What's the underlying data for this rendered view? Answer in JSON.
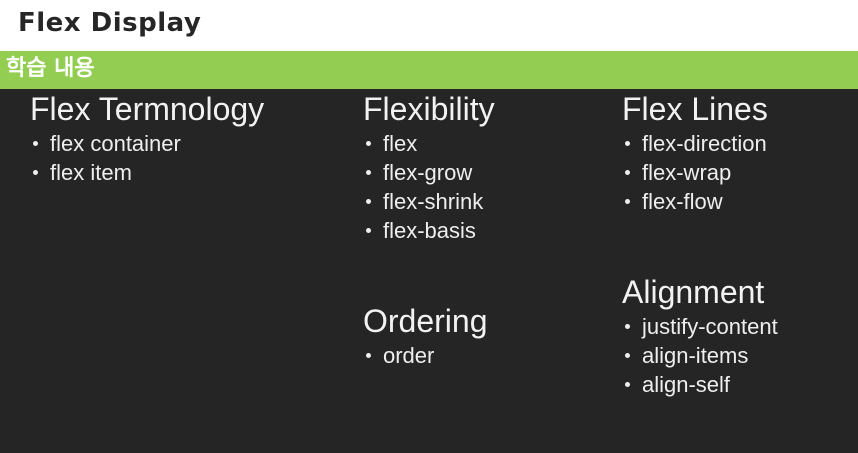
{
  "header": {
    "title": "Flex Display"
  },
  "section_band": {
    "label": "학습 내용",
    "background_color": "#93ce53",
    "text_color": "#ffffff"
  },
  "theme": {
    "body_background": "#252525",
    "header_background": "#ffffff",
    "accent_green": "#93ce53",
    "body_text": "#eeeeee",
    "heading_text": "#f2f2f2",
    "title_text": "#262626"
  },
  "columns": [
    {
      "name": "column-1",
      "blocks": [
        {
          "heading": "Flex Termnology",
          "items": [
            "flex container",
            "flex item"
          ]
        }
      ]
    },
    {
      "name": "column-2",
      "blocks": [
        {
          "heading": "Flexibility",
          "items": [
            "flex",
            "flex-grow",
            "flex-shrink",
            "flex-basis"
          ]
        },
        {
          "heading": "Ordering",
          "items": [
            "order"
          ]
        }
      ]
    },
    {
      "name": "column-3",
      "blocks": [
        {
          "heading": "Flex Lines",
          "items": [
            "flex-direction",
            "flex-wrap",
            "flex-flow"
          ]
        },
        {
          "heading": "Alignment",
          "items": [
            "justify-content",
            "align-items",
            "align-self"
          ]
        }
      ]
    }
  ]
}
